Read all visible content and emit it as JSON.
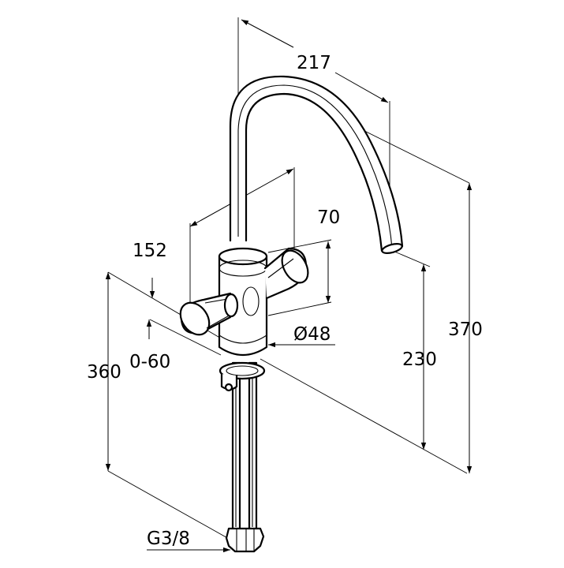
{
  "diagram": {
    "dimensions": {
      "spout_reach": "217",
      "height_total": "370",
      "spout_height": "230",
      "handle_span": "152",
      "body_offset": "70",
      "body_diameter": "Ø48",
      "deck_thickness": "0-60",
      "hose_length": "360",
      "thread": "G3/8"
    }
  }
}
